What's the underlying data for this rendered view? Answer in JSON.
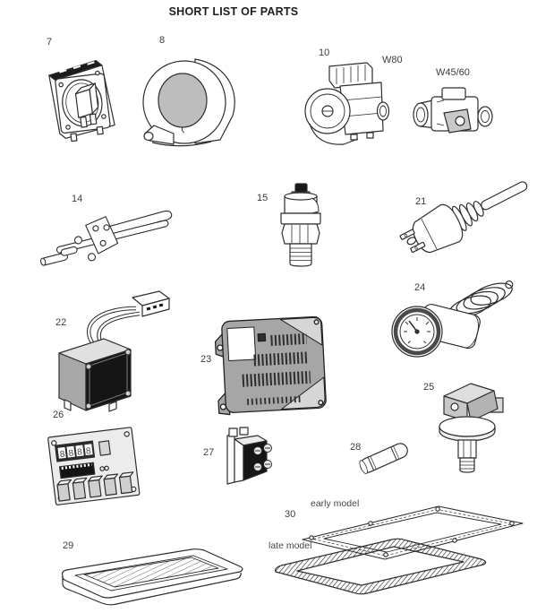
{
  "title": "SHORT LIST OF PARTS",
  "colors": {
    "ink": "#2e2e2e",
    "paper": "#ffffff",
    "shade_light": "#e0e0e0",
    "shade_mid": "#a8a8a8",
    "shade_dark": "#151515",
    "metal_gray": "#bdbdbd"
  },
  "parts": {
    "p7": {
      "label": "7"
    },
    "p8": {
      "label": "8"
    },
    "p10": {
      "label": "10",
      "variant1": "W80",
      "variant2": "W45/60"
    },
    "p14": {
      "label": "14"
    },
    "p15": {
      "label": "15"
    },
    "p21": {
      "label": "21"
    },
    "p22": {
      "label": "22"
    },
    "p23": {
      "label": "23"
    },
    "p24": {
      "label": "24"
    },
    "p25": {
      "label": "25"
    },
    "p26": {
      "label": "26",
      "display": "8888"
    },
    "p27": {
      "label": "27"
    },
    "p28": {
      "label": "28"
    },
    "p29": {
      "label": "29"
    },
    "p30": {
      "label": "30",
      "variant1": "early model",
      "variant2": "late model"
    }
  }
}
